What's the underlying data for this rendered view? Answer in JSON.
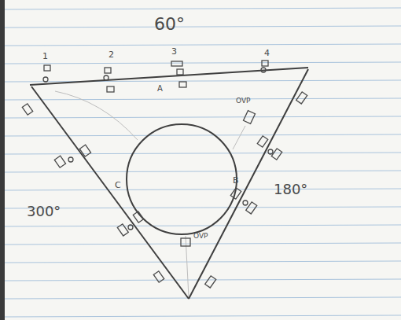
{
  "diagram": {
    "labels": [
      "60°",
      "1",
      "2",
      "3",
      "4",
      "A",
      "C",
      "B",
      "300°",
      "180°",
      "OVP",
      "OVP"
    ]
  }
}
